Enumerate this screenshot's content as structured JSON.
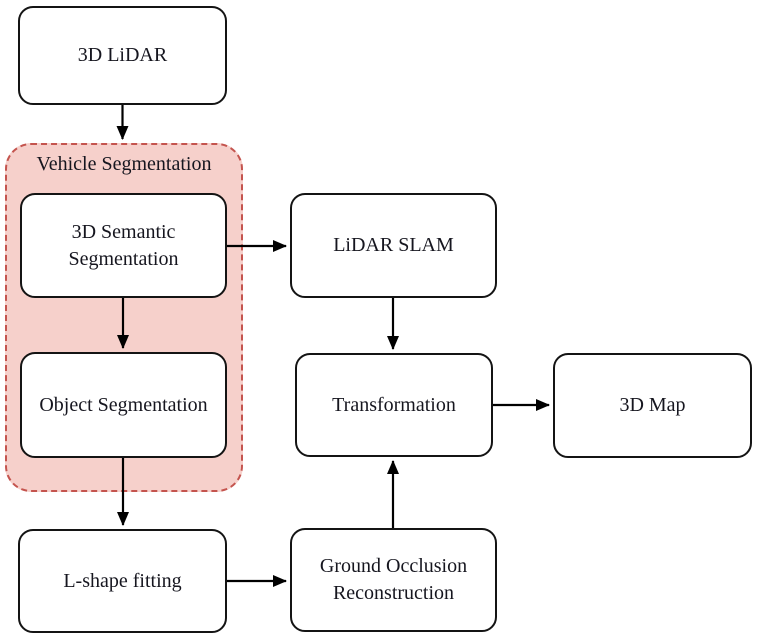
{
  "diagram": {
    "type": "flowchart",
    "groups": [
      {
        "id": "vehicle-segmentation",
        "label": "Vehicle Segmentation"
      }
    ],
    "nodes": [
      {
        "id": "3d-lidar",
        "label": "3D LiDAR"
      },
      {
        "id": "3d-semantic-segmentation",
        "label": "3D Semantic Segmentation",
        "group": "vehicle-segmentation"
      },
      {
        "id": "object-segmentation",
        "label": "Object Segmentation",
        "group": "vehicle-segmentation"
      },
      {
        "id": "l-shape-fitting",
        "label": "L-shape fitting"
      },
      {
        "id": "lidar-slam",
        "label": "LiDAR SLAM"
      },
      {
        "id": "transformation",
        "label": "Transformation"
      },
      {
        "id": "ground-occlusion-reconstruction",
        "label": "Ground Occlusion Reconstruction"
      },
      {
        "id": "3d-map",
        "label": "3D Map"
      }
    ],
    "edges": [
      {
        "from": "3d-lidar",
        "to": "vehicle-segmentation"
      },
      {
        "from": "3d-semantic-segmentation",
        "to": "lidar-slam"
      },
      {
        "from": "3d-semantic-segmentation",
        "to": "object-segmentation"
      },
      {
        "from": "object-segmentation",
        "to": "l-shape-fitting"
      },
      {
        "from": "l-shape-fitting",
        "to": "ground-occlusion-reconstruction"
      },
      {
        "from": "lidar-slam",
        "to": "transformation"
      },
      {
        "from": "ground-occlusion-reconstruction",
        "to": "transformation"
      },
      {
        "from": "transformation",
        "to": "3d-map"
      }
    ],
    "colors": {
      "group_fill": "#f6d0cb",
      "group_border": "#c4544e",
      "node_fill": "#ffffff",
      "node_border": "#141414",
      "arrow": "#000000",
      "text": "#16161f"
    }
  }
}
